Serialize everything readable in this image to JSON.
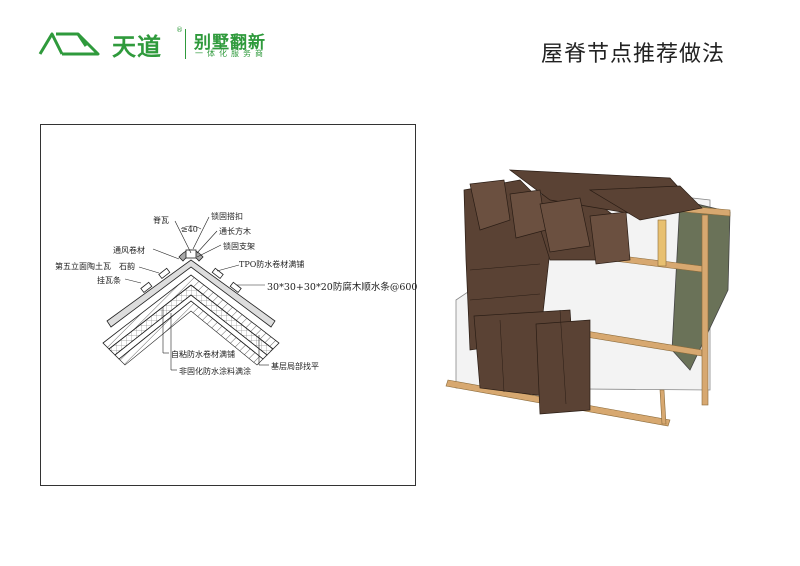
{
  "header": {
    "brand_name": "天道",
    "registered_mark": "®",
    "tagline": "别墅翻新",
    "tagline_sub": "一体化服务商",
    "page_title": "屋脊节点推荐做法"
  },
  "section_labels": {
    "ridge_tile": "脊瓦",
    "fixing_clip": "锁固搭扣",
    "long_timber": "通长方木",
    "fixing_bracket": "锁固支架",
    "vent_membrane": "通风卷材",
    "slope_angle": "≥40",
    "flat_tile": "第五立面陶土瓦",
    "stone_strip": "石韵",
    "tpo_membrane": "TPO防水卷材满铺",
    "batten": "挂瓦条",
    "counter_batten": "30*30+30*20防腐木顺水条@600",
    "self_adhesive": "自粘防水卷材满铺",
    "non_curing": "非固化防水涂料满涂",
    "base_level": "基层局部找平"
  },
  "colors": {
    "brand_green": "#2f9a3c",
    "tile_brown": "#5a4234",
    "timber": "#d7a870",
    "membrane": "#6a7258"
  }
}
